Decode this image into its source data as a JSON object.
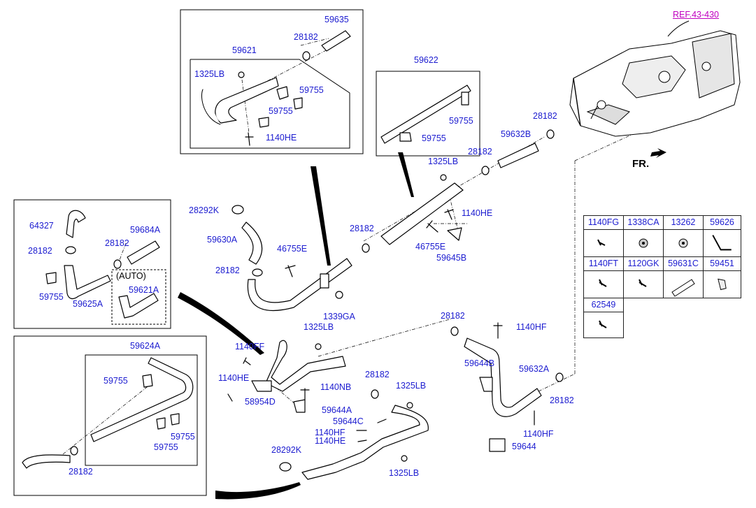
{
  "diagram": {
    "ref_label": "REF.43-430",
    "fr_label": "FR.",
    "auto_label": "(AUTO)",
    "labels": {
      "p59635": "59635",
      "p28182_a": "28182",
      "p59621": "59621",
      "p1325LB_a": "1325LB",
      "p59755_a": "59755",
      "p59755_b": "59755",
      "p1140HE_a": "1140HE",
      "p59622": "59622",
      "p59755_c": "59755",
      "p59755_d": "59755",
      "p28182_b": "28182",
      "p59632B": "59632B",
      "p28182_c": "28182",
      "p1325LB_b": "1325LB",
      "p1140HE_b": "1140HE",
      "p28182_d": "28182",
      "p46755E_a": "46755E",
      "p59645B": "59645B",
      "p28292K_a": "28292K",
      "p59630A": "59630A",
      "p46755E_b": "46755E",
      "p28182_e": "28182",
      "p1339GA": "1339GA",
      "p64327": "64327",
      "p59684A": "59684A",
      "p28182_f": "28182",
      "p28182_g": "28182",
      "p59755_e": "59755",
      "p59625A": "59625A",
      "p59621A": "59621A",
      "p1325LB_c": "1325LB",
      "p1140FF": "1140FF",
      "p1140HE_c": "1140HE",
      "p58954D": "58954D",
      "p1140NB": "1140NB",
      "p59644A": "59644A",
      "p28182_h": "28182",
      "p1325LB_d": "1325LB",
      "p59644C": "59644C",
      "p1140HF_a": "1140HF",
      "p1140HE_d": "1140HE",
      "p28292K_b": "28292K",
      "p1325LB_e": "1325LB",
      "p28182_i": "28182",
      "p1140HF_b": "1140HF",
      "p59644B": "59644B",
      "p59632A": "59632A",
      "p28182_j": "28182",
      "p1140HF_c": "1140HF",
      "p59644": "59644",
      "p59624A": "59624A",
      "p59755_f": "59755",
      "p59755_g": "59755",
      "p59755_h": "59755",
      "p28182_k": "28182"
    }
  },
  "parts_table": {
    "cells": [
      "1140FG",
      "1338CA",
      "13262",
      "59626",
      "1140FT",
      "1120GK",
      "59631C",
      "59451",
      "62549"
    ],
    "icons": [
      "bolt-icon",
      "grommet-icon",
      "grommet-icon",
      "bent-tube-icon",
      "bolt-icon",
      "bolt-icon",
      "hose-segment-icon",
      "bracket-icon",
      "bolt-icon"
    ]
  }
}
